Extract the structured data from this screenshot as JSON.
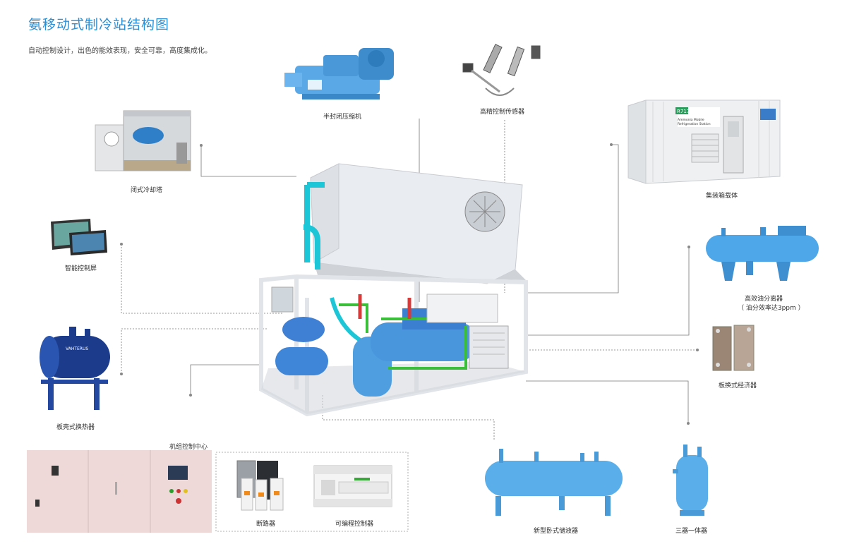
{
  "page": {
    "title": "氨移动式制冷站结构图",
    "subtitle": "自动控制设计，出色的能效表现，安全可靠，高度集成化。"
  },
  "components": {
    "compressor": "半封闭压缩机",
    "sensor": "高精控制传感器",
    "cooling_tower": "闭式冷却塔",
    "container": "集装箱载体",
    "screen": "智能控制屏",
    "oil_separator": "高效油分离器",
    "oil_separator_note": "（ 油分效率达3ppm ）",
    "plate_economizer": "板换式经济器",
    "shell_exchanger": "板壳式换热器",
    "control_center": "机组控制中心",
    "breaker": "断路器",
    "plc": "可编程控制器",
    "receiver": "新型卧式储液器",
    "three_in_one": "三器一体器"
  },
  "image_text": {
    "container_badge": "R717",
    "container_line1": "Ammonia Mobile",
    "container_line2": "Refrigeration Station",
    "tank_brand": "VAHTERUS"
  },
  "colors": {
    "accent": "#2a8fd6",
    "line": "#777777",
    "tank_blue": "#4fa9e8",
    "pipe_cyan": "#1cc6d6",
    "pipe_green": "#3bbf3b",
    "frame": "#e8ecf0"
  }
}
